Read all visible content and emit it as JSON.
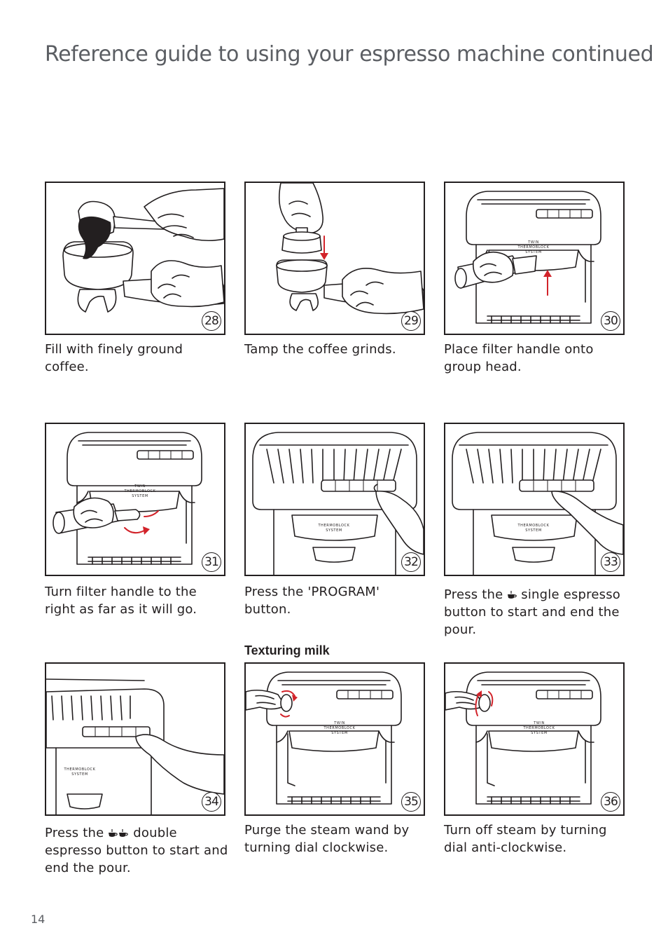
{
  "page": {
    "title": "Reference guide to using your espresso machine continued",
    "page_number": "14",
    "section_heading": "Texturing milk"
  },
  "steps": [
    {
      "number": "28",
      "caption": "Fill with finely ground coffee."
    },
    {
      "number": "29",
      "caption": "Tamp the coffee grinds."
    },
    {
      "number": "30",
      "caption": "Place filter handle onto group head."
    },
    {
      "number": "31",
      "caption": "Turn filter handle to the right as far as it will go."
    },
    {
      "number": "32",
      "caption": "Press the 'PROGRAM' button."
    },
    {
      "number": "33",
      "caption_before": "Press the",
      "icon": "single-espresso-cup-icon",
      "caption_after": "single espresso button to start and end the pour."
    },
    {
      "number": "34",
      "caption_before": "Press the",
      "icon": "double-espresso-cups-icon",
      "caption_after": "double espresso button to start and end the pour."
    },
    {
      "number": "35",
      "caption": "Purge the steam wand by turning dial clockwise."
    },
    {
      "number": "36",
      "caption": "Turn off steam by turning dial anti-clockwise."
    }
  ],
  "machine_label": {
    "line1": "TWIN",
    "line2": "THERMOBLOCK",
    "line3": "SYSTEM"
  },
  "colors": {
    "accent_arrow": "#d2232a",
    "title_gray": "#5b5e63",
    "ink": "#231f20"
  }
}
